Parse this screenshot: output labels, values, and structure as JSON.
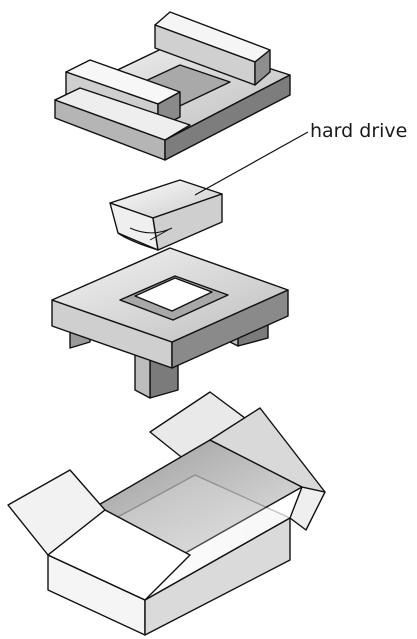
{
  "callout": {
    "label": "hard drive"
  },
  "parts": [
    {
      "name": "top-foam-insert"
    },
    {
      "name": "hard-drive"
    },
    {
      "name": "bottom-foam-insert"
    },
    {
      "name": "shipping-box"
    }
  ]
}
